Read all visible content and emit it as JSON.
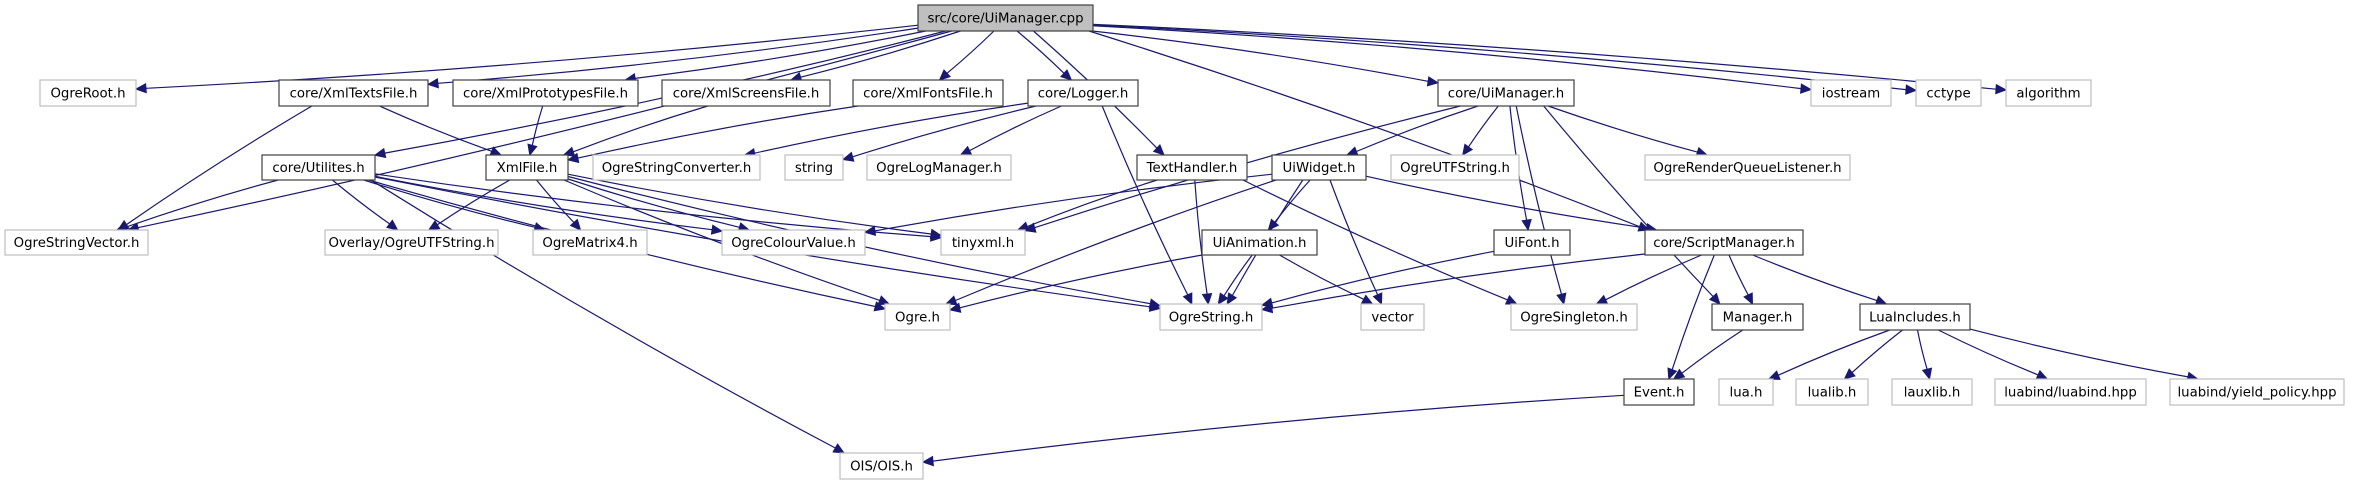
{
  "diagram": {
    "type": "include-dependency-graph",
    "edge_color": "#191970",
    "root_fill": "#bfbfbf",
    "documented_border": "#404040",
    "external_border": "#bfbfbf",
    "nodes": [
      {
        "id": "root",
        "label": "src/core/UiManager.cpp",
        "kind": "root"
      },
      {
        "id": "OgreRoot",
        "label": "OgreRoot.h",
        "kind": "external"
      },
      {
        "id": "XmlTextsFile",
        "label": "core/XmlTextsFile.h",
        "kind": "documented"
      },
      {
        "id": "XmlPrototypesFile",
        "label": "core/XmlPrototypesFile.h",
        "kind": "documented"
      },
      {
        "id": "XmlScreensFile",
        "label": "core/XmlScreensFile.h",
        "kind": "documented"
      },
      {
        "id": "XmlFontsFile",
        "label": "core/XmlFontsFile.h",
        "kind": "documented"
      },
      {
        "id": "Logger",
        "label": "core/Logger.h",
        "kind": "documented"
      },
      {
        "id": "UiManagerH",
        "label": "core/UiManager.h",
        "kind": "documented"
      },
      {
        "id": "iostream",
        "label": "iostream",
        "kind": "external"
      },
      {
        "id": "cctype",
        "label": "cctype",
        "kind": "external"
      },
      {
        "id": "algorithm",
        "label": "algorithm",
        "kind": "external"
      },
      {
        "id": "Utilites",
        "label": "core/Utilites.h",
        "kind": "documented"
      },
      {
        "id": "XmlFile",
        "label": "XmlFile.h",
        "kind": "documented"
      },
      {
        "id": "OgreStringConverter",
        "label": "OgreStringConverter.h",
        "kind": "external"
      },
      {
        "id": "string",
        "label": "string",
        "kind": "external"
      },
      {
        "id": "OgreLogManager",
        "label": "OgreLogManager.h",
        "kind": "external"
      },
      {
        "id": "TextHandler",
        "label": "TextHandler.h",
        "kind": "documented"
      },
      {
        "id": "UiWidget",
        "label": "UiWidget.h",
        "kind": "documented"
      },
      {
        "id": "OgreUTFStringH",
        "label": "OgreUTFString.h",
        "kind": "external"
      },
      {
        "id": "OgreRenderQueueListener",
        "label": "OgreRenderQueueListener.h",
        "kind": "external"
      },
      {
        "id": "OgreStringVector",
        "label": "OgreStringVector.h",
        "kind": "external"
      },
      {
        "id": "OverlayUTF",
        "label": "Overlay/OgreUTFString.h",
        "kind": "external"
      },
      {
        "id": "OgreMatrix4",
        "label": "OgreMatrix4.h",
        "kind": "external"
      },
      {
        "id": "OgreColourValue",
        "label": "OgreColourValue.h",
        "kind": "external"
      },
      {
        "id": "tinyxml",
        "label": "tinyxml.h",
        "kind": "external"
      },
      {
        "id": "UiAnimation",
        "label": "UiAnimation.h",
        "kind": "documented"
      },
      {
        "id": "UiFont",
        "label": "UiFont.h",
        "kind": "documented"
      },
      {
        "id": "ScriptManager",
        "label": "core/ScriptManager.h",
        "kind": "documented"
      },
      {
        "id": "Ogre",
        "label": "Ogre.h",
        "kind": "external"
      },
      {
        "id": "OgreString",
        "label": "OgreString.h",
        "kind": "external"
      },
      {
        "id": "vector",
        "label": "vector",
        "kind": "external"
      },
      {
        "id": "OgreSingleton",
        "label": "OgreSingleton.h",
        "kind": "external"
      },
      {
        "id": "Manager",
        "label": "Manager.h",
        "kind": "documented"
      },
      {
        "id": "LuaIncludes",
        "label": "LuaIncludes.h",
        "kind": "documented"
      },
      {
        "id": "Event",
        "label": "Event.h",
        "kind": "documented"
      },
      {
        "id": "lua",
        "label": "lua.h",
        "kind": "external"
      },
      {
        "id": "lualib",
        "label": "lualib.h",
        "kind": "external"
      },
      {
        "id": "lauxlib",
        "label": "lauxlib.h",
        "kind": "external"
      },
      {
        "id": "luabind",
        "label": "luabind/luabind.hpp",
        "kind": "external"
      },
      {
        "id": "yield_policy",
        "label": "luabind/yield_policy.hpp",
        "kind": "external"
      },
      {
        "id": "OIS",
        "label": "OIS/OIS.h",
        "kind": "external"
      }
    ],
    "edges": [
      [
        "root",
        "OgreRoot"
      ],
      [
        "root",
        "XmlTextsFile"
      ],
      [
        "root",
        "XmlPrototypesFile"
      ],
      [
        "root",
        "XmlScreensFile"
      ],
      [
        "root",
        "XmlFontsFile"
      ],
      [
        "root",
        "Logger"
      ],
      [
        "root",
        "UiManagerH"
      ],
      [
        "root",
        "TextHandler"
      ],
      [
        "root",
        "iostream"
      ],
      [
        "root",
        "cctype"
      ],
      [
        "root",
        "algorithm"
      ],
      [
        "root",
        "Utilites"
      ],
      [
        "root",
        "OgreStringVector"
      ],
      [
        "root",
        "ScriptManager"
      ],
      [
        "XmlTextsFile",
        "XmlFile"
      ],
      [
        "XmlTextsFile",
        "OgreStringVector"
      ],
      [
        "XmlPrototypesFile",
        "XmlFile"
      ],
      [
        "XmlScreensFile",
        "XmlFile"
      ],
      [
        "XmlFontsFile",
        "XmlFile"
      ],
      [
        "Logger",
        "OgreStringConverter"
      ],
      [
        "Logger",
        "string"
      ],
      [
        "Logger",
        "OgreLogManager"
      ],
      [
        "Logger",
        "OgreString"
      ],
      [
        "Utilites",
        "OgreStringVector"
      ],
      [
        "Utilites",
        "OverlayUTF"
      ],
      [
        "Utilites",
        "OgreMatrix4"
      ],
      [
        "Utilites",
        "OgreColourValue"
      ],
      [
        "Utilites",
        "tinyxml"
      ],
      [
        "Utilites",
        "Ogre"
      ],
      [
        "Utilites",
        "OgreString"
      ],
      [
        "Utilites",
        "OIS"
      ],
      [
        "XmlFile",
        "OverlayUTF"
      ],
      [
        "XmlFile",
        "OgreMatrix4"
      ],
      [
        "XmlFile",
        "OgreColourValue"
      ],
      [
        "XmlFile",
        "tinyxml"
      ],
      [
        "XmlFile",
        "Ogre"
      ],
      [
        "XmlFile",
        "OgreString"
      ],
      [
        "TextHandler",
        "tinyxml"
      ],
      [
        "TextHandler",
        "OgreString"
      ],
      [
        "TextHandler",
        "OgreSingleton"
      ],
      [
        "UiManagerH",
        "tinyxml"
      ],
      [
        "UiManagerH",
        "UiWidget"
      ],
      [
        "UiManagerH",
        "OgreUTFStringH"
      ],
      [
        "UiManagerH",
        "UiFont"
      ],
      [
        "UiManagerH",
        "OgreSingleton"
      ],
      [
        "UiManagerH",
        "OgreRenderQueueListener"
      ],
      [
        "UiManagerH",
        "Manager"
      ],
      [
        "UiWidget",
        "OgreColourValue"
      ],
      [
        "UiWidget",
        "UiAnimation"
      ],
      [
        "UiWidget",
        "Ogre"
      ],
      [
        "UiWidget",
        "OgreString"
      ],
      [
        "UiWidget",
        "vector"
      ],
      [
        "UiWidget",
        "ScriptManager"
      ],
      [
        "UiAnimation",
        "Ogre"
      ],
      [
        "UiAnimation",
        "OgreString"
      ],
      [
        "UiAnimation",
        "vector"
      ],
      [
        "UiFont",
        "OgreString"
      ],
      [
        "ScriptManager",
        "OgreString"
      ],
      [
        "ScriptManager",
        "OgreSingleton"
      ],
      [
        "ScriptManager",
        "Manager"
      ],
      [
        "ScriptManager",
        "LuaIncludes"
      ],
      [
        "ScriptManager",
        "Event"
      ],
      [
        "Manager",
        "Event"
      ],
      [
        "LuaIncludes",
        "lua"
      ],
      [
        "LuaIncludes",
        "lualib"
      ],
      [
        "LuaIncludes",
        "lauxlib"
      ],
      [
        "LuaIncludes",
        "luabind"
      ],
      [
        "LuaIncludes",
        "yield_policy"
      ],
      [
        "Event",
        "OIS"
      ]
    ]
  }
}
